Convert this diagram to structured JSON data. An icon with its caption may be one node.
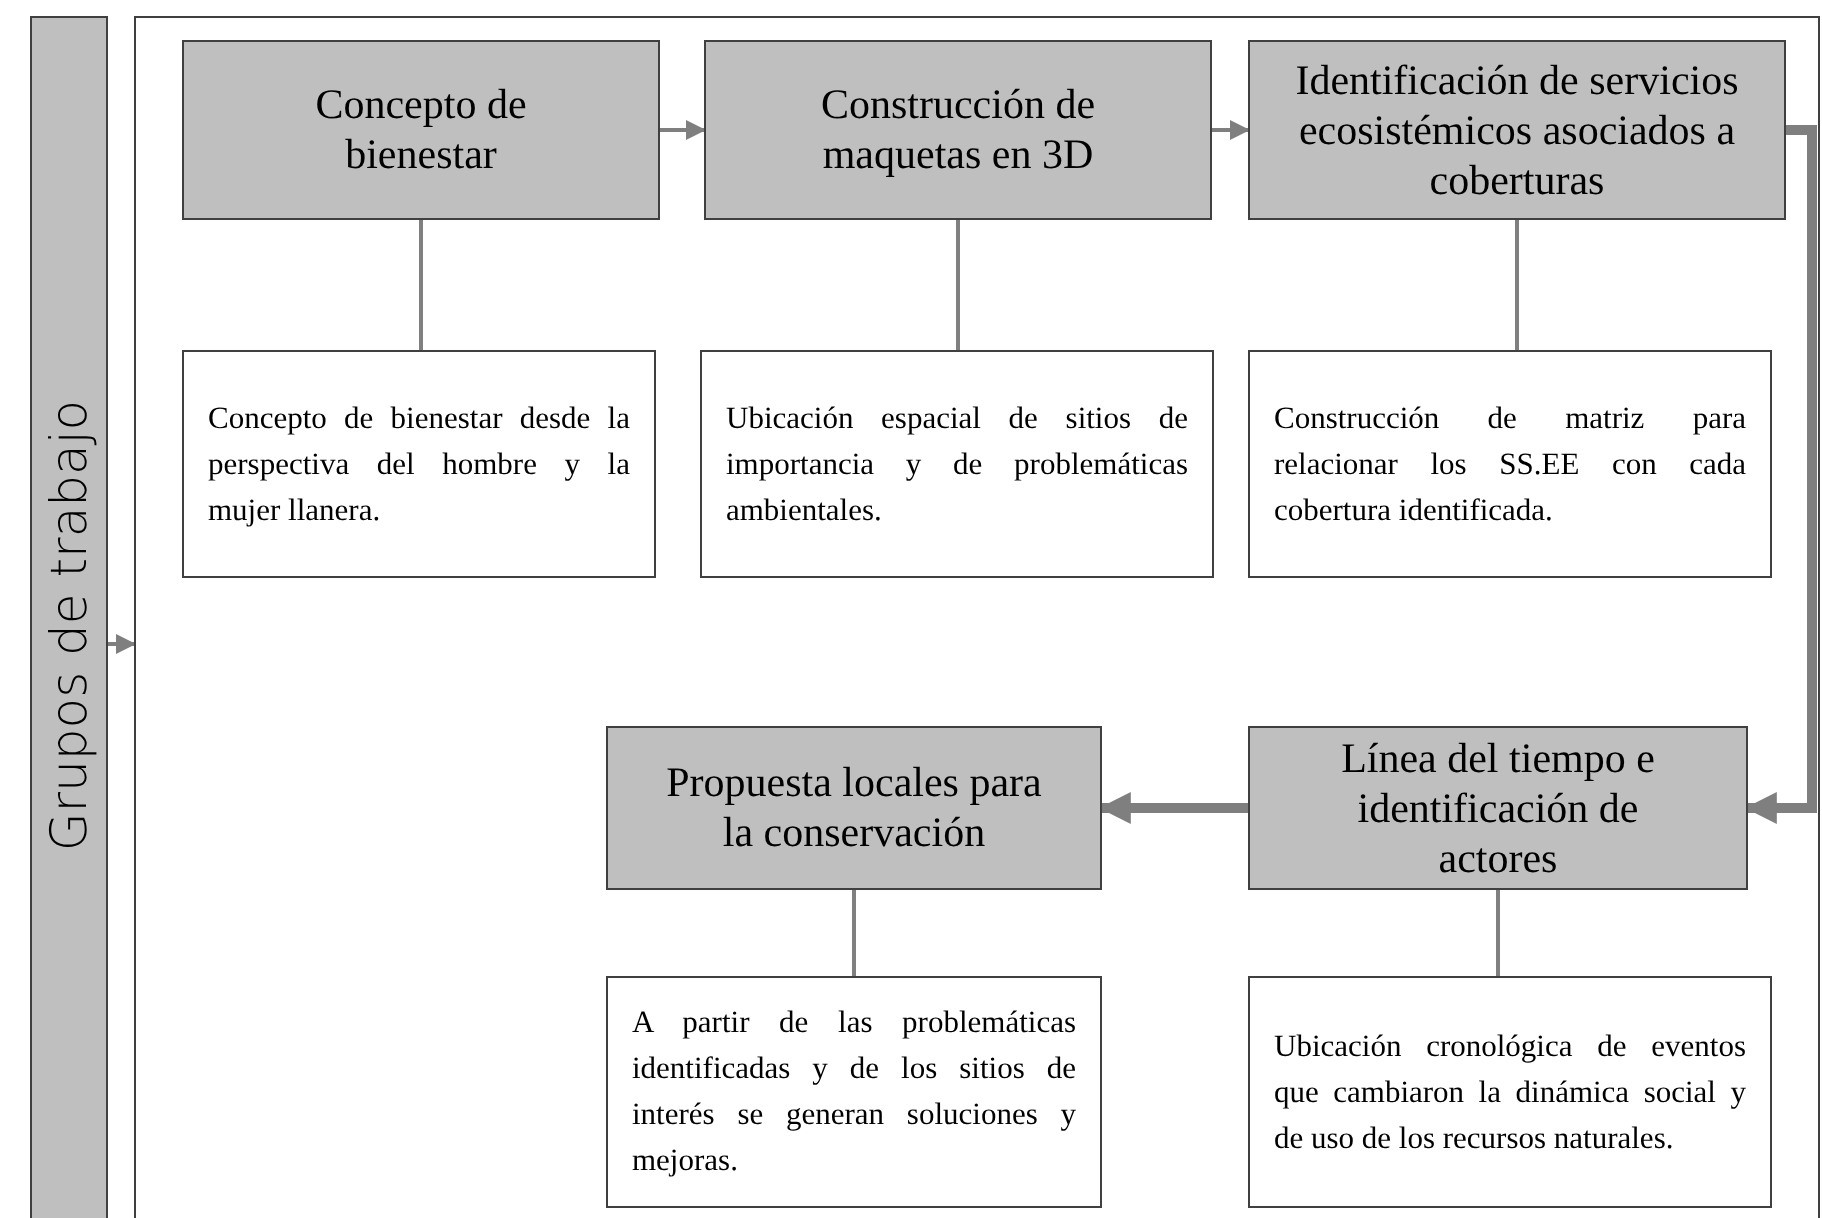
{
  "diagram": {
    "nodes": [
      {
        "text": [
          "Grupos de trabajo"
        ]
      },
      {
        "text": [],
        "shape": "box"
      },
      {
        "text": [
          "Concepto de bienestar"
        ],
        "in": 1
      },
      {
        "text": [
          "Construcción de maquetas en 3D"
        ],
        "in": 1
      },
      {
        "text": [
          "Identificación de servicios ecosistémicos asociados a coberturas"
        ],
        "in": 1
      },
      {
        "text": [
          "Concepto de bienestar desde la perspectiva del hombre y la mujer llanera."
        ],
        "in": 1
      },
      {
        "text": [
          "Ubicación espacial de sitios de importancia y de problemáticas ambientales."
        ],
        "in": 1
      },
      {
        "text": [
          "Construcción de matriz para relacionar los SS.EE con cada cobertura identificada."
        ],
        "in": 1
      },
      {
        "text": [
          "Propuesta locales para la conservación"
        ],
        "in": 1
      },
      {
        "text": [
          "Línea del tiempo e identificación de actores"
        ],
        "in": 1
      },
      {
        "text": [
          "A partir de las problemáticas identificadas y de los sitios de interés se generan soluciones y mejoras."
        ],
        "in": 1
      },
      {
        "text": [
          "Ubicación cronológica de eventos que cambiaron la dinámica social y de uso de los recursos naturales."
        ],
        "in": 1
      }
    ],
    "edges": [
      {
        "from": 0,
        "to": 1,
        "arrow": "to"
      },
      {
        "from": 2,
        "to": 3,
        "arrow": "to"
      },
      {
        "from": 3,
        "to": 4,
        "arrow": "to"
      },
      {
        "from": 4,
        "to": 9,
        "arrow": "to",
        "style": "thick"
      },
      {
        "from": 9,
        "to": 8,
        "arrow": "to",
        "style": "thick"
      },
      {
        "from": 2,
        "to": 5,
        "arrow": "none"
      },
      {
        "from": 3,
        "to": 6,
        "arrow": "none"
      },
      {
        "from": 4,
        "to": 7,
        "arrow": "none"
      },
      {
        "from": 8,
        "to": 10,
        "arrow": "none"
      },
      {
        "from": 9,
        "to": 11,
        "arrow": "none"
      }
    ]
  }
}
